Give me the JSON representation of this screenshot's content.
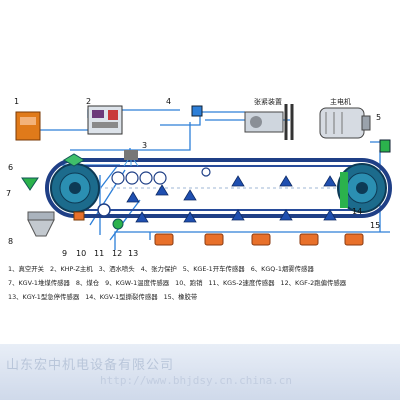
{
  "labels": {
    "tension_device": "张紧装置",
    "main_motor": "主电机"
  },
  "numbers": [
    "1",
    "2",
    "3",
    "4",
    "5",
    "6",
    "7",
    "8",
    "9",
    "10",
    "11",
    "12",
    "13",
    "14",
    "15"
  ],
  "legend": [
    [
      "1、真空开关",
      "2、KHP-Z主机",
      "3、洒水喷头",
      "4、张力保护",
      "5、KGE-1开车传感器",
      "6、KGQ-1烟雾传感器"
    ],
    [
      "7、KGV-1堆煤传感器",
      "8、煤仓",
      "9、KGW-1温度传感器",
      "10、跑销",
      "11、KGS-2速度传感器",
      "12、KGF-2跑偏传感器"
    ],
    [
      "13、KGY-1型急停传感器",
      "14、KGV-1型撕裂传感器",
      "15、橡胶带"
    ]
  ],
  "footer": {
    "company": "山东宏中机电设备有限公司",
    "url": "http://www.bhjdsy.cn.china.cn"
  },
  "colors": {
    "belt": "#1f3f86",
    "pulley": "#1c6b8c",
    "switchgear": "#e07a1a",
    "sensor_orange": "#e8702a",
    "sensor_blue": "#1f4fb0",
    "wire": "#2d7fd8",
    "green_strip": "#2bb24c"
  }
}
